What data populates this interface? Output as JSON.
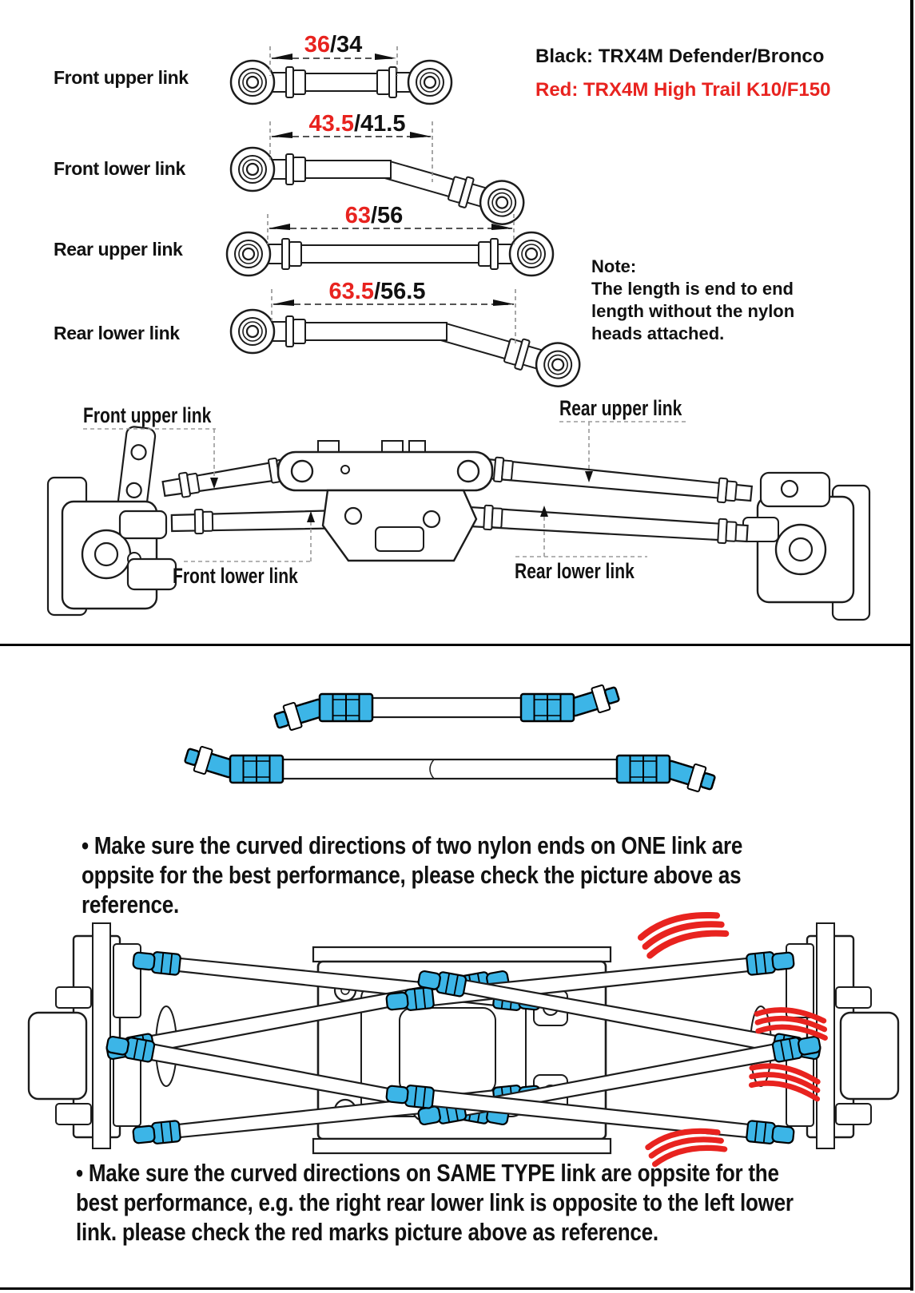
{
  "legend": {
    "black_line": "Black: TRX4M Defender/Bronco",
    "red_line": "Red: TRX4M High Trail K10/F150"
  },
  "dimension_rows": [
    {
      "label": "Front upper link",
      "red_value": "36",
      "separator": "/",
      "black_value": "34"
    },
    {
      "label": "Front lower link",
      "red_value": "43.5",
      "separator": "/",
      "black_value": "41.5"
    },
    {
      "label": "Rear upper link",
      "red_value": "63",
      "separator": "/",
      "black_value": "56"
    },
    {
      "label": "Rear lower link",
      "red_value": "63.5",
      "separator": "/",
      "black_value": "56.5"
    }
  ],
  "note": {
    "title": "Note:",
    "lines": [
      "The length is end to end",
      "length without the nylon",
      "heads attached."
    ]
  },
  "assembly_labels": {
    "front_upper": "Front upper link",
    "rear_upper": "Rear upper link",
    "front_lower": "Front lower link",
    "rear_lower": "Rear lower link"
  },
  "instructions": {
    "one_link": "• Make sure the curved directions of two nylon ends on ONE link are oppsite for the best performance, please check the picture above as reference.",
    "same_type": "• Make sure the curved directions on SAME TYPE link are oppsite for the best performance, e.g. the right rear lower link is opposite to the left lower link. please check the red marks picture above as reference."
  },
  "colors": {
    "red": "#e8231f",
    "blue": "#3cb5e7",
    "line": "#1c1c1c",
    "border": "#000000"
  }
}
